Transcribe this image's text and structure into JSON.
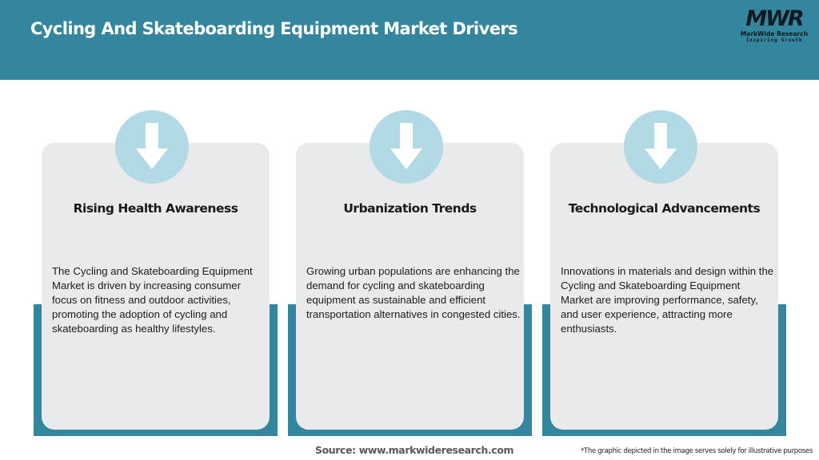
{
  "header": {
    "title": "Cycling And Skateboarding Equipment Market Drivers",
    "background_color": "#33869E"
  },
  "logo": {
    "mark": "MWR",
    "name": "MarkWide Research",
    "tagline": "Inspiring Growth"
  },
  "drivers": [
    {
      "icon": "arrow-down-icon",
      "title": "Rising Health Awareness",
      "description": "The Cycling and Skateboarding Equipment Market is driven by increasing consumer focus on fitness and outdoor activities, promoting the adoption of cycling and skateboarding as healthy lifestyles."
    },
    {
      "icon": "arrow-down-icon",
      "title": "Urbanization Trends",
      "description": "Growing urban populations are enhancing the demand for cycling and skateboarding equipment as sustainable and efficient transportation alternatives in congested cities."
    },
    {
      "icon": "arrow-down-icon",
      "title": "Technological Advancements",
      "description": "Innovations in materials and design within the Cycling and Skateboarding Equipment Market are improving performance, safety, and user experience, attracting more enthusiasts."
    }
  ],
  "colors": {
    "accent_teal": "#33869E",
    "circle_light_blue": "#B3D9E5",
    "card_gray": "#E8EAEC"
  },
  "footer": {
    "source": "Source: www.markwideresearch.com",
    "disclaimer": "*The graphic depicted in the image serves solely for illustrative purposes"
  }
}
